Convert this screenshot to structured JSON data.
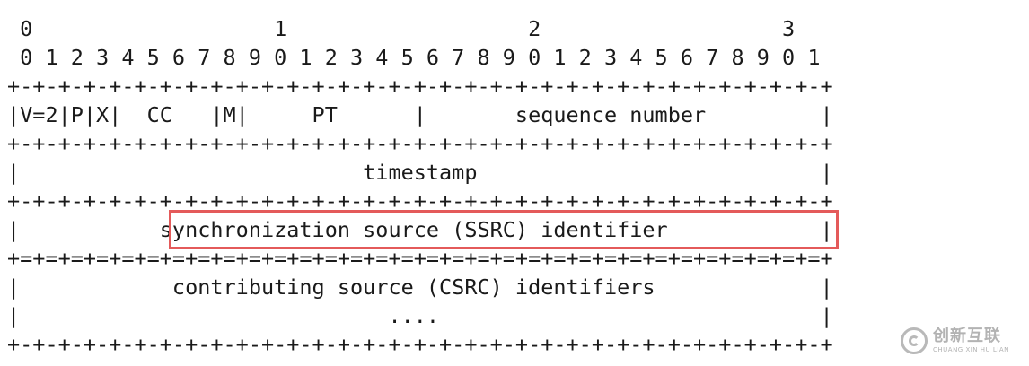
{
  "diagram": {
    "lines": [
      " 0                   1                   2                   3",
      " 0 1 2 3 4 5 6 7 8 9 0 1 2 3 4 5 6 7 8 9 0 1 2 3 4 5 6 7 8 9 0 1",
      "+-+-+-+-+-+-+-+-+-+-+-+-+-+-+-+-+-+-+-+-+-+-+-+-+-+-+-+-+-+-+-+-+",
      "|V=2|P|X|  CC   |M|     PT      |       sequence number         |",
      "+-+-+-+-+-+-+-+-+-+-+-+-+-+-+-+-+-+-+-+-+-+-+-+-+-+-+-+-+-+-+-+-+",
      "|                           timestamp                           |",
      "+-+-+-+-+-+-+-+-+-+-+-+-+-+-+-+-+-+-+-+-+-+-+-+-+-+-+-+-+-+-+-+-+",
      "|           synchronization source (SSRC) identifier            |",
      "+=+=+=+=+=+=+=+=+=+=+=+=+=+=+=+=+=+=+=+=+=+=+=+=+=+=+=+=+=+=+=+=+",
      "|            contributing source (CSRC) identifiers             |",
      "|                             ....                              |",
      "+-+-+-+-+-+-+-+-+-+-+-+-+-+-+-+-+-+-+-+-+-+-+-+-+-+-+-+-+-+-+-+-+"
    ],
    "highlight_color": "#e45a5a"
  },
  "watermark": {
    "main": "创新互联",
    "sub": "CHUANG XIN HU LIAN"
  }
}
